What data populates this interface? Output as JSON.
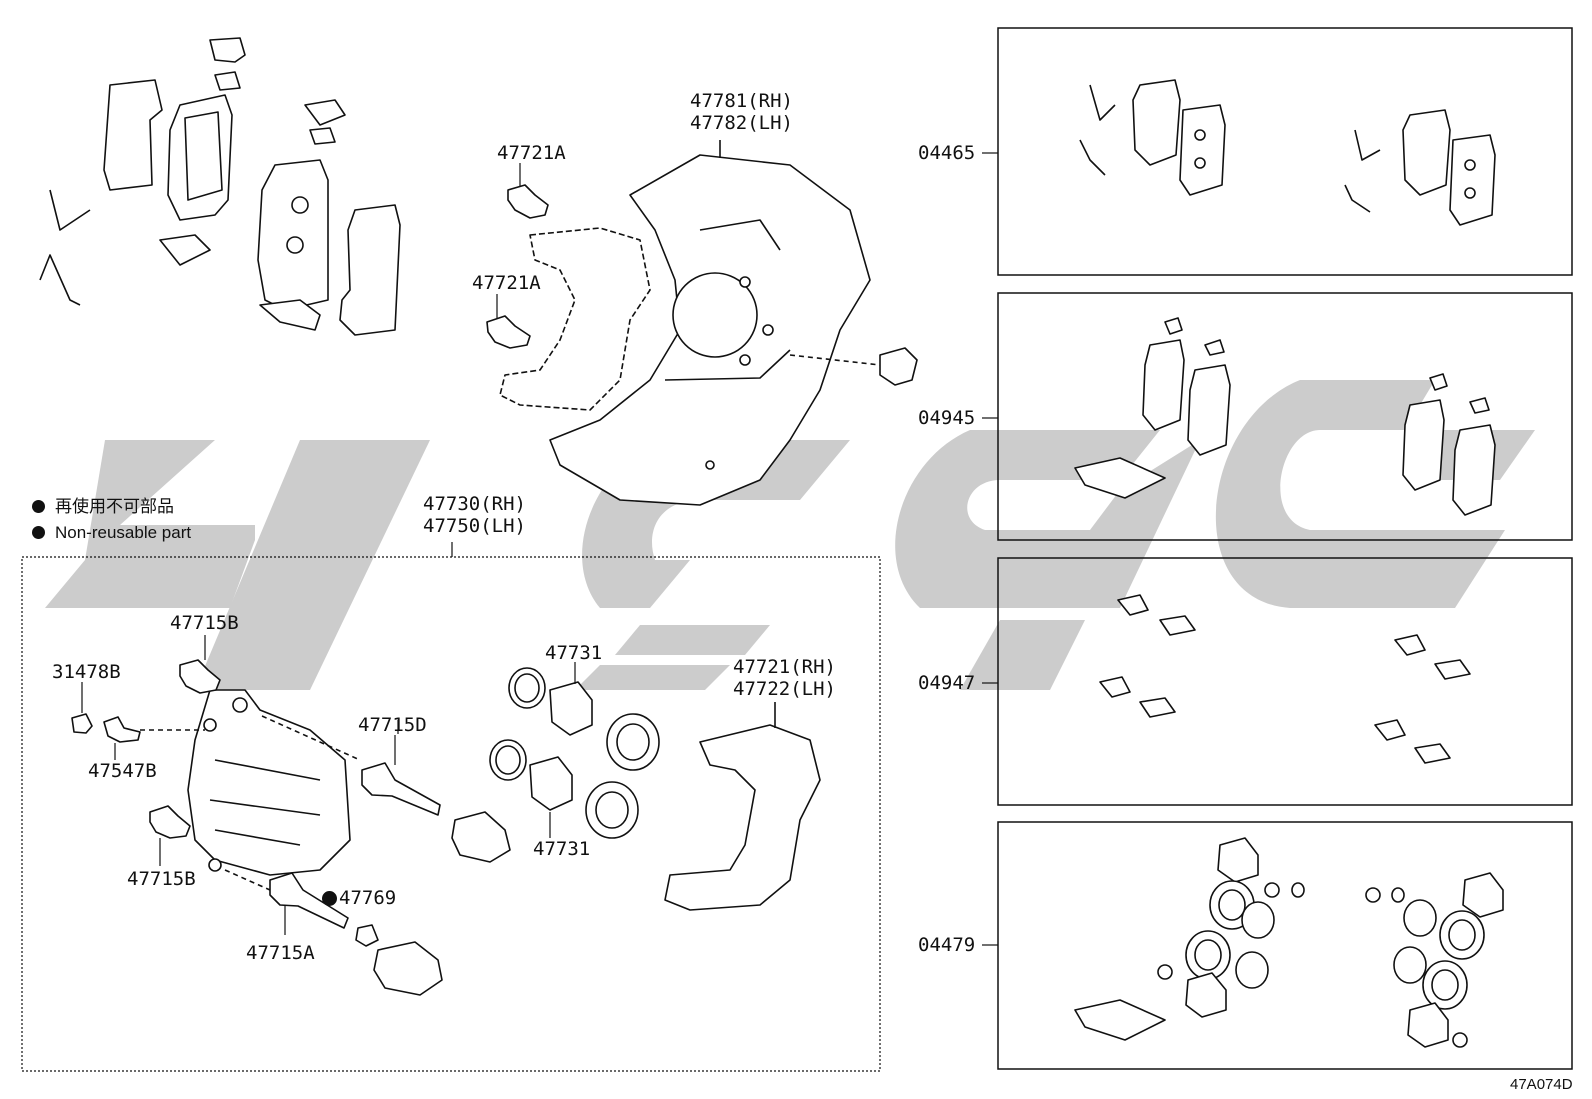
{
  "diagram_code": "47A074D",
  "legend": {
    "japanese": "再使用不可部品",
    "english": "Non-reusable part"
  },
  "labels": {
    "p47781_rh": "47781(RH)",
    "p47782_lh": "47782(LH)",
    "p47721a_top": "47721A",
    "p47721a_mid": "47721A",
    "p47730_rh": "47730(RH)",
    "p47750_lh": "47750(LH)",
    "p47715b_top": "47715B",
    "p31478b": "31478B",
    "p47547b": "47547B",
    "p47715d": "47715D",
    "p47731_top": "47731",
    "p47731_bottom": "47731",
    "p47721_rh": "47721(RH)",
    "p47722_lh": "47722(LH)",
    "p47715b_bottom": "47715B",
    "p47769": "47769",
    "p47715a": "47715A",
    "kit_04465": "04465",
    "kit_04945": "04945",
    "kit_04947": "04947",
    "kit_04479": "04479"
  },
  "watermark": {
    "color": "#c8c8c8"
  }
}
